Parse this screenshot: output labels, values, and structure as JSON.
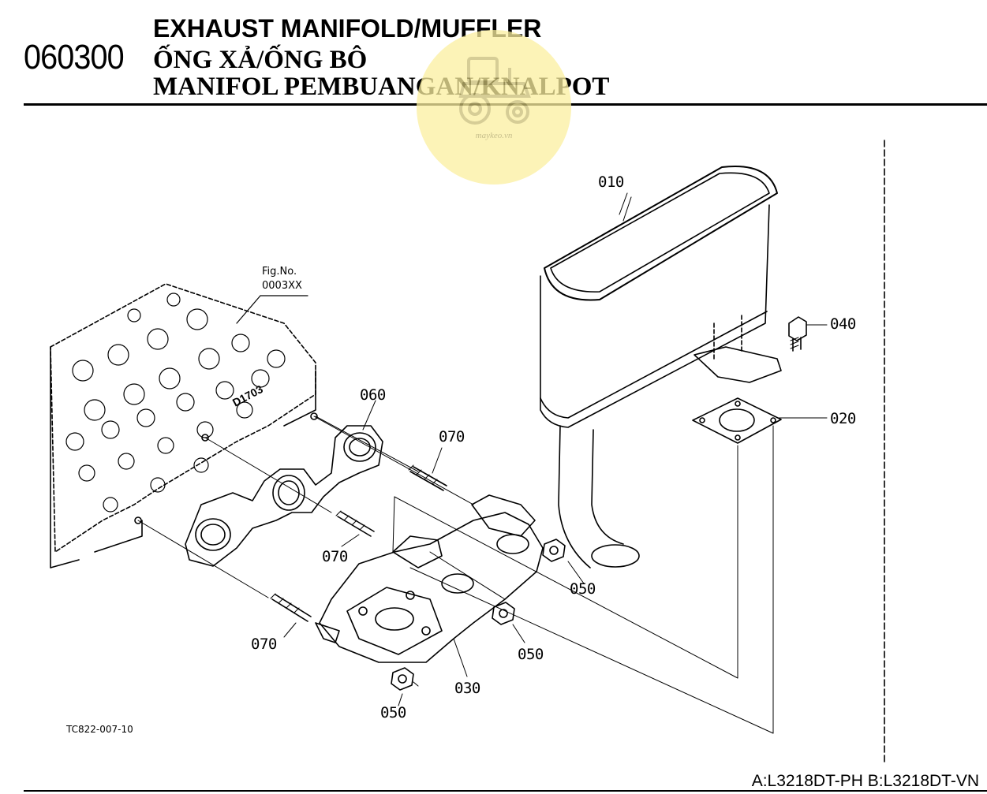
{
  "header": {
    "section_code": "060300",
    "title_en": "EXHAUST MANIFOLD/MUFFLER",
    "title_vi": "ỐNG XẢ/ỐNG BÔ",
    "title_id": "MANIFOL PEMBUANGAN/KNALPOT"
  },
  "watermark": {
    "text": "maykeo.vn",
    "icon": "tractor-icon",
    "color": "#fbef9f"
  },
  "figure": {
    "fig_ref_label": "Fig.No.",
    "fig_ref_value": "0003XX",
    "drawing_code": "TC822-007-10",
    "part_labels": {
      "muffler": "010",
      "gasket": "020",
      "manifold": "030",
      "plug": "040",
      "nut_a": "050",
      "nut_b": "050",
      "nut_c": "050",
      "gasket_manifold": "060",
      "stud_a": "070",
      "stud_b": "070",
      "stud_c": "070"
    },
    "head_marking": "D1703"
  },
  "footer": {
    "models": "A:L3218DT-PH B:L3218DT-VN"
  }
}
